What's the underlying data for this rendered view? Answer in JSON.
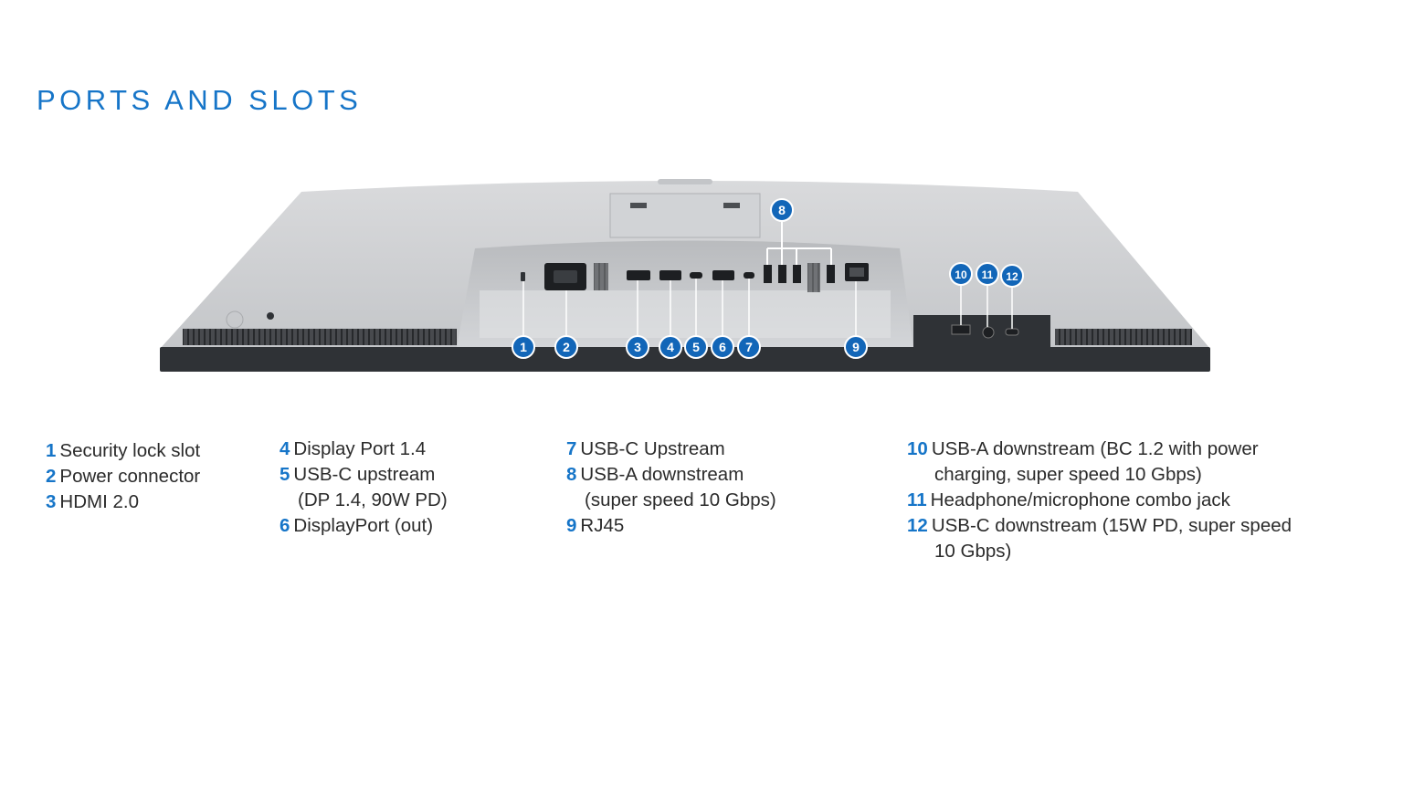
{
  "title": "PORTS AND SLOTS",
  "badges": [
    "1",
    "2",
    "3",
    "4",
    "5",
    "6",
    "7",
    "8",
    "9",
    "10",
    "11",
    "12"
  ],
  "legend": {
    "col1": [
      {
        "num": "1",
        "text": "Security lock slot"
      },
      {
        "num": "2",
        "text": "Power connector"
      },
      {
        "num": "3",
        "text": "HDMI 2.0"
      }
    ],
    "col2": [
      {
        "num": "4",
        "text": "Display Port 1.4"
      },
      {
        "num": "5",
        "text": "USB-C upstream",
        "cont": "(DP 1.4, 90W PD)"
      },
      {
        "num": "6",
        "text": "DisplayPort (out)"
      }
    ],
    "col3": [
      {
        "num": "7",
        "text": "USB-C Upstream"
      },
      {
        "num": "8",
        "text": "USB-A downstream",
        "cont": "(super speed 10 Gbps)"
      },
      {
        "num": "9",
        "text": "RJ45"
      }
    ],
    "col4": [
      {
        "num": "10",
        "text": "USB-A downstream (BC 1.2 with power",
        "cont": "charging, super speed 10 Gbps)"
      },
      {
        "num": "11",
        "text": "Headphone/microphone combo jack"
      },
      {
        "num": "12",
        "text": "USB-C downstream (15W PD, super speed",
        "cont": "10 Gbps)"
      }
    ]
  },
  "colors": {
    "accent": "#1675c8",
    "badge": "#1266b8",
    "body": "#2b2b2b"
  }
}
